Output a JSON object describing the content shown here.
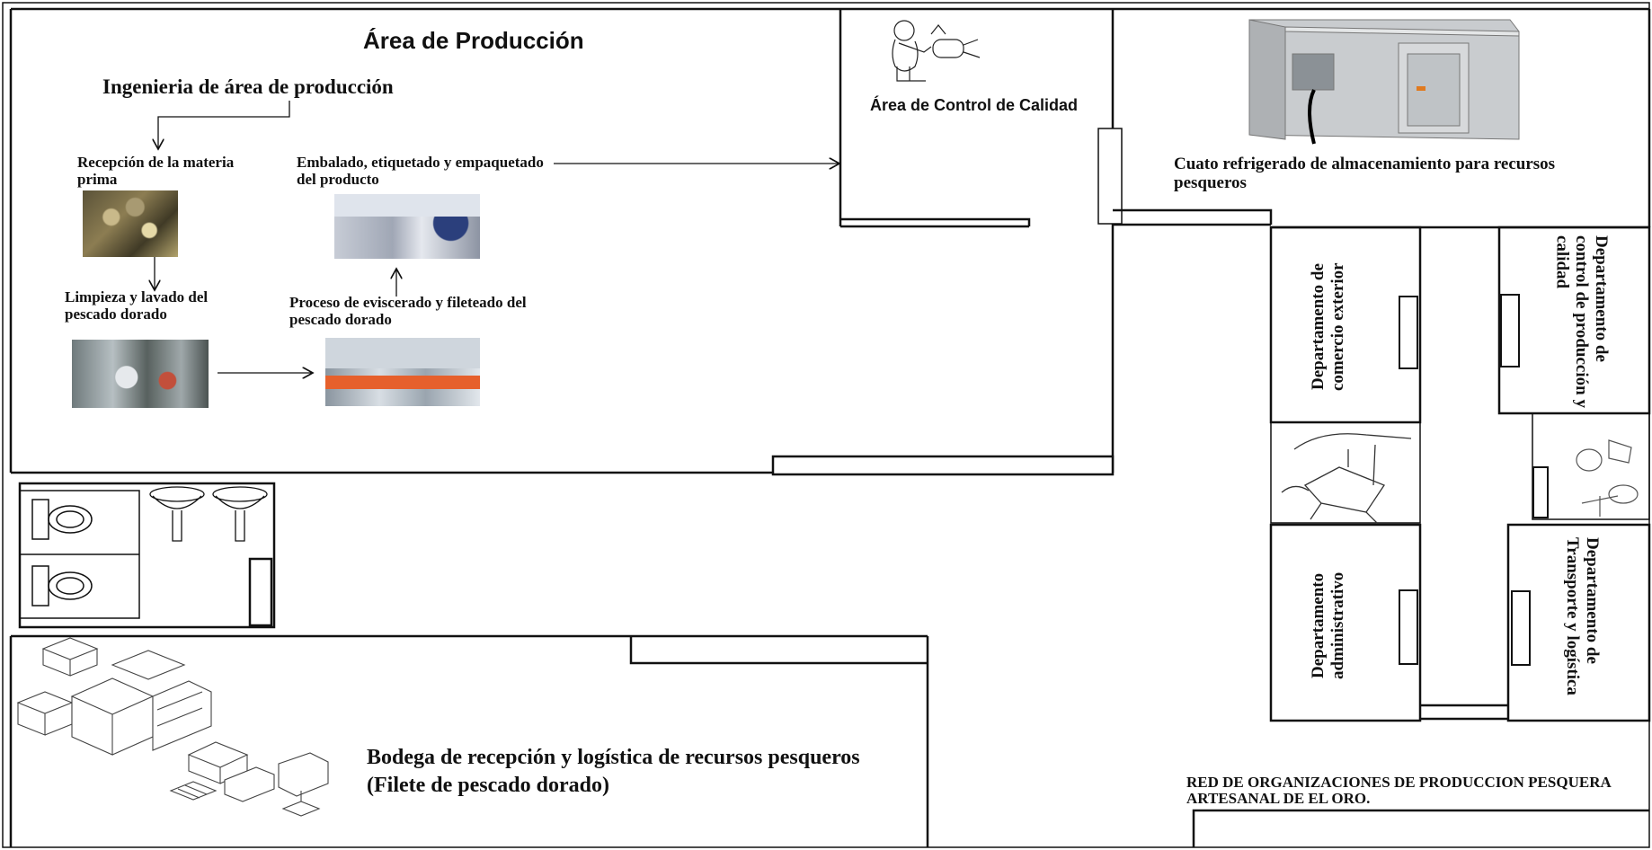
{
  "production": {
    "title": "Área de Producción",
    "subtitle": "Ingenieria de área de producción",
    "step_reception": "Recepción de la materia prima",
    "step_cleaning": "Limpieza y lavado del pescado dorado",
    "step_packing": "Embalado, etiquetado y empaquetado del producto",
    "step_evisceration": "Proceso de eviscerado y fileteado del pescado dorado"
  },
  "quality_area": {
    "label": "Área de Control de Calidad"
  },
  "cold_room": {
    "label": "Cuato refrigerado de almacenamiento para recursos pesqueros"
  },
  "departments": {
    "foreign_trade": "Departamento de comercio exterior",
    "production_quality": "Departamento de control de producción y calidad",
    "administrative": "Departamento administrativo",
    "transport": "Departamento de Transporte y logística"
  },
  "warehouse": {
    "label": "Bodega de recepción y logística de recursos pesqueros (Filete de pescado dorado)"
  },
  "organization": {
    "name": "RED DE ORGANIZACIONES DE PRODUCCION PESQUERA ARTESANAL DE EL ORO."
  }
}
